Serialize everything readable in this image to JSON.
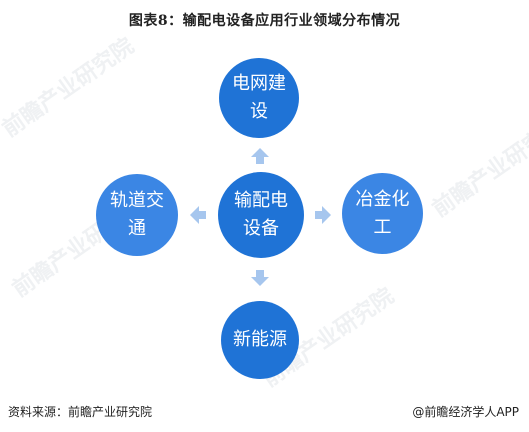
{
  "title": "图表8：输配电设备应用行业领域分布情况",
  "diagram": {
    "center": {
      "label_line1": "输配电",
      "label_line2": "设备"
    },
    "top": {
      "label_line1": "电网建",
      "label_line2": "设"
    },
    "left": {
      "label_line1": "轨道交",
      "label_line2": "通"
    },
    "right": {
      "label_line1": "冶金化",
      "label_line2": "工"
    },
    "bottom": {
      "label_line1": "新能源",
      "label_line2": ""
    }
  },
  "watermarks": [
    "前瞻产业研究院",
    "前瞻产业研究院",
    "前瞻产业研究院",
    "前瞻产业研究院"
  ],
  "colors": {
    "circle_dark": "#1f73d6",
    "circle_light": "#3b86e4",
    "arrow": "#a6c6ee"
  },
  "footer": {
    "source": "资料来源：前瞻产业研究院",
    "brand": "@前瞻经济学人APP"
  }
}
